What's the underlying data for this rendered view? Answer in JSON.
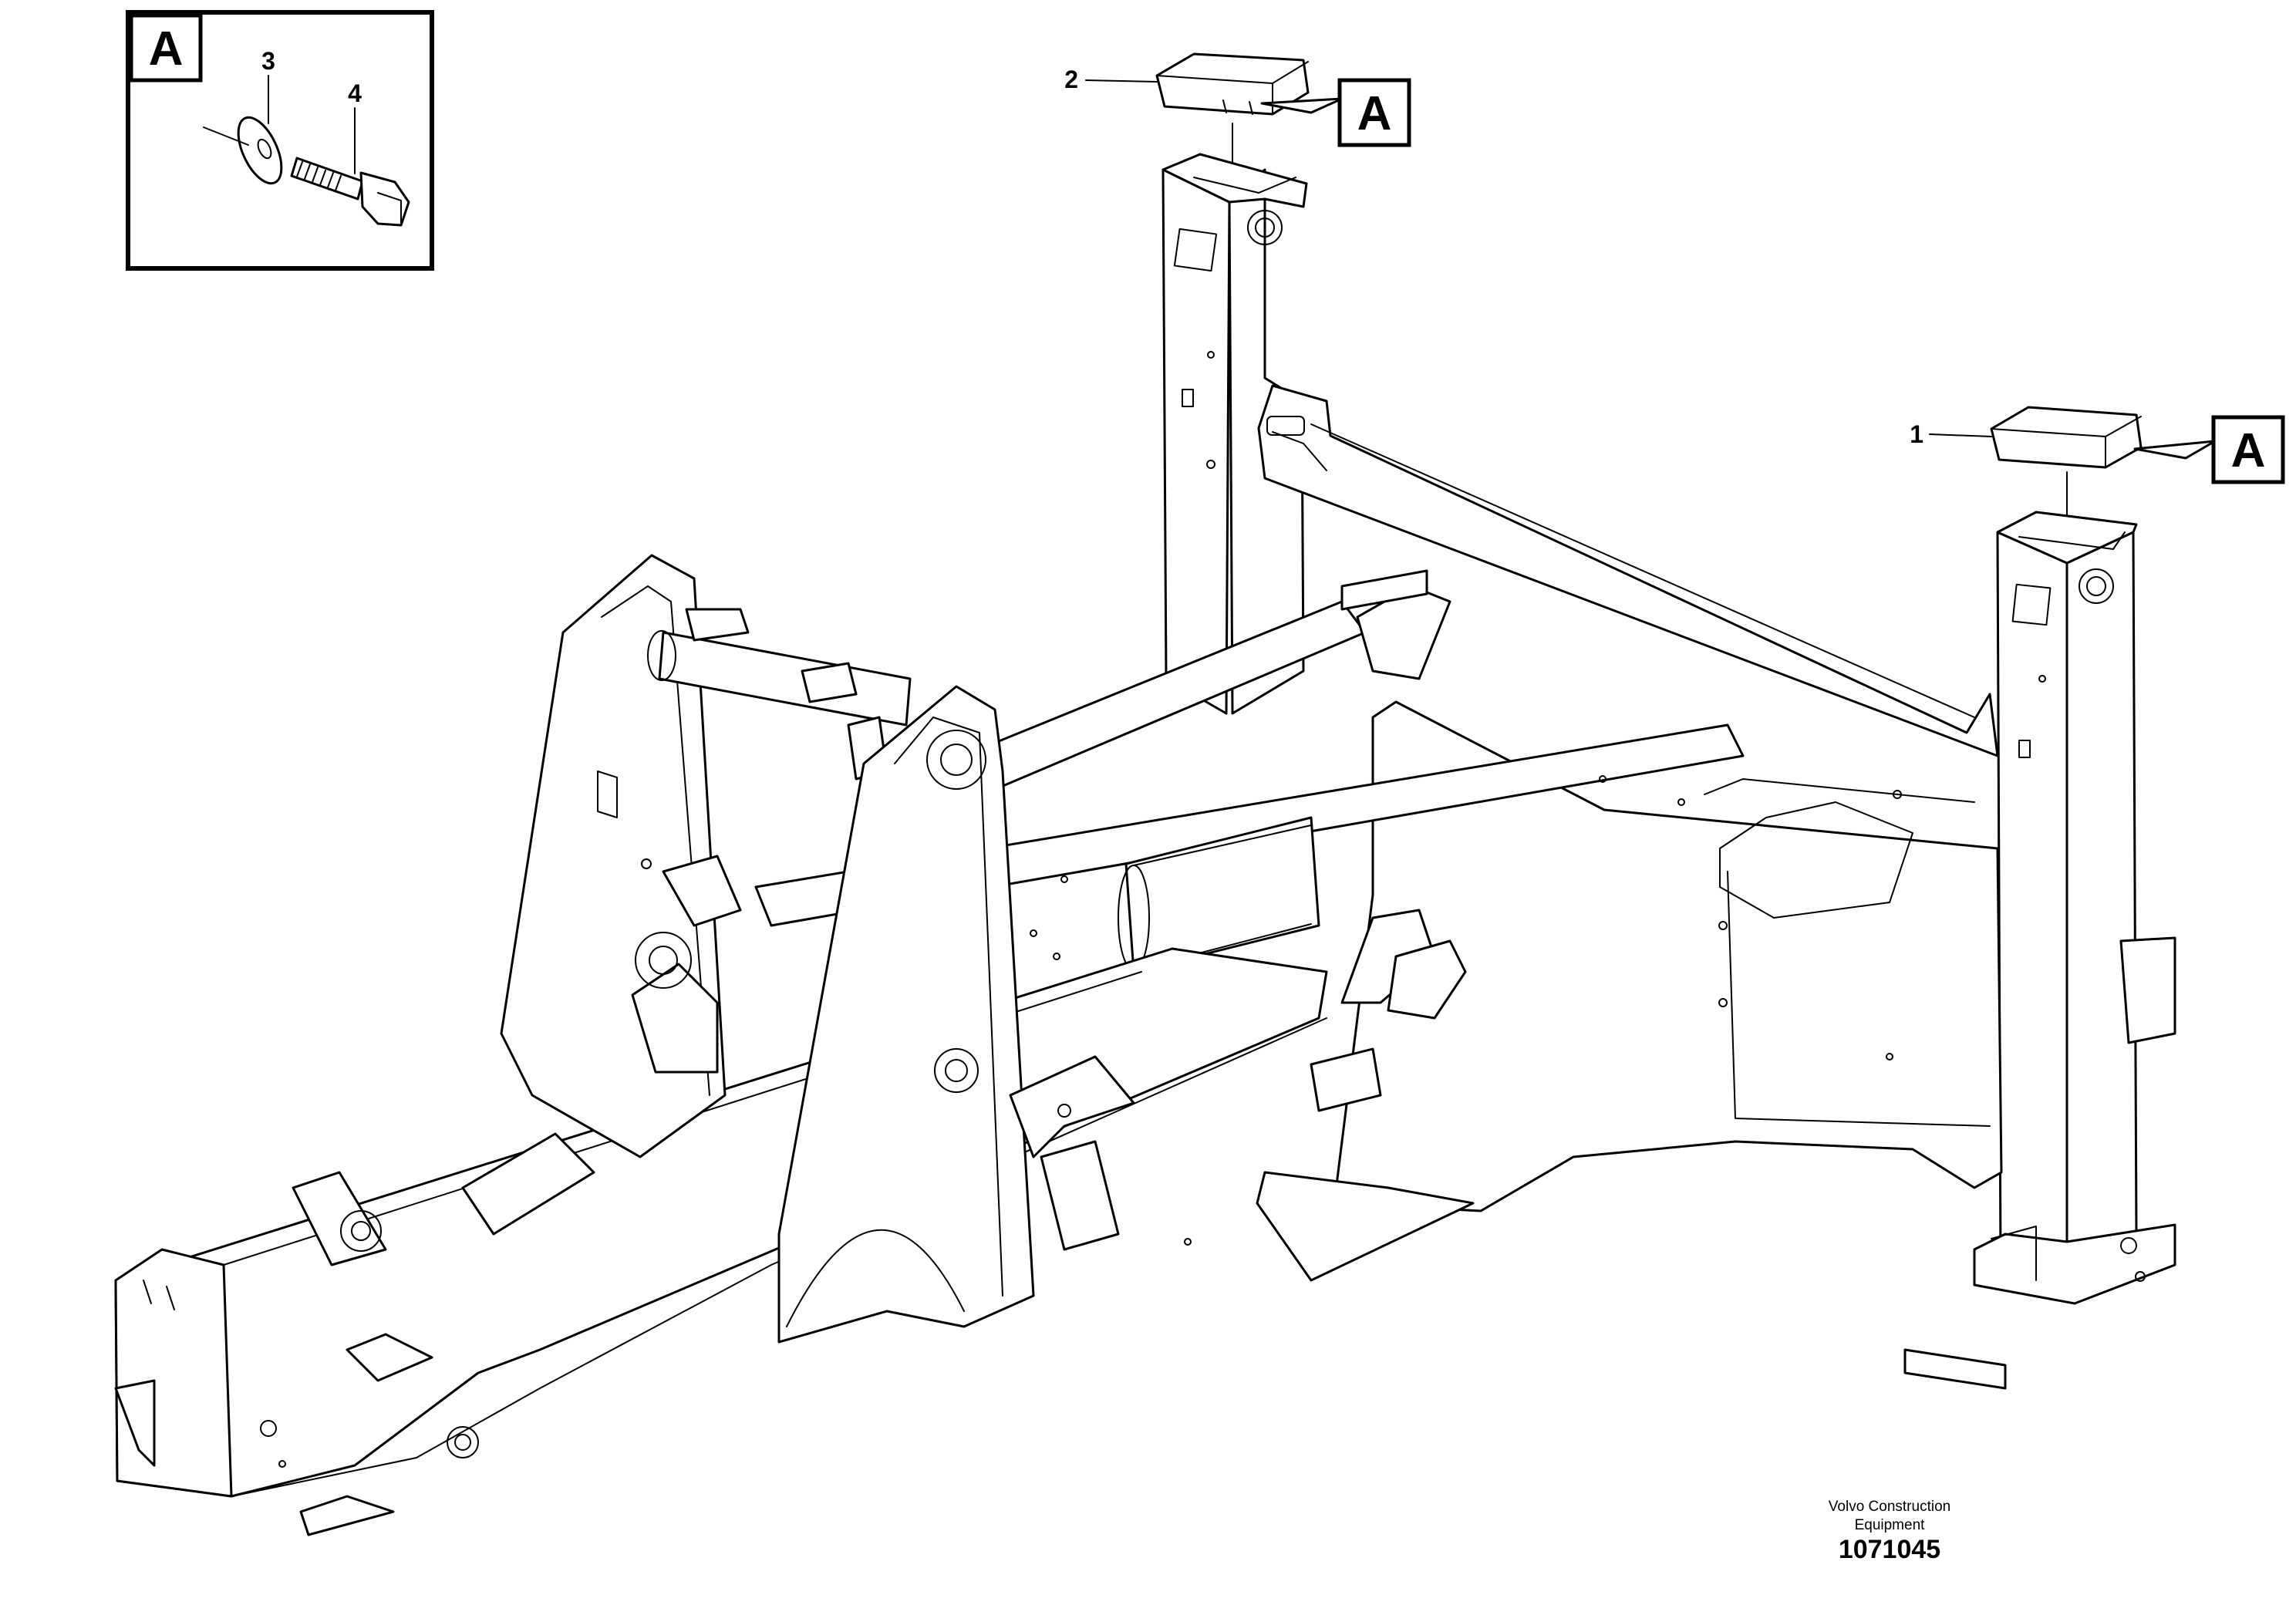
{
  "inset": {
    "label": "A",
    "callouts": [
      "3",
      "4"
    ]
  },
  "callouts": {
    "part_1": "1",
    "part_2": "2"
  },
  "view_refs": [
    "A",
    "A"
  ],
  "footer": {
    "company_line1": "Volvo Construction",
    "company_line2": "Equipment",
    "document_number": "1071045"
  }
}
